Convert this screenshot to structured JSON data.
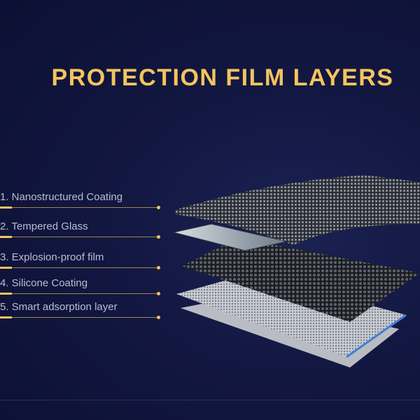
{
  "title": "PROTECTION FILM LAYERS",
  "layers": [
    {
      "label": "1. Nanostructured Coating"
    },
    {
      "label": "2. Tempered Glass"
    },
    {
      "label": "3. Explosion-proof film"
    },
    {
      "label": "4. Silicone Coating"
    },
    {
      "label": "5. Smart adsorption layer"
    }
  ],
  "colors": {
    "accent": "#f3c45e",
    "background": "#121741"
  }
}
